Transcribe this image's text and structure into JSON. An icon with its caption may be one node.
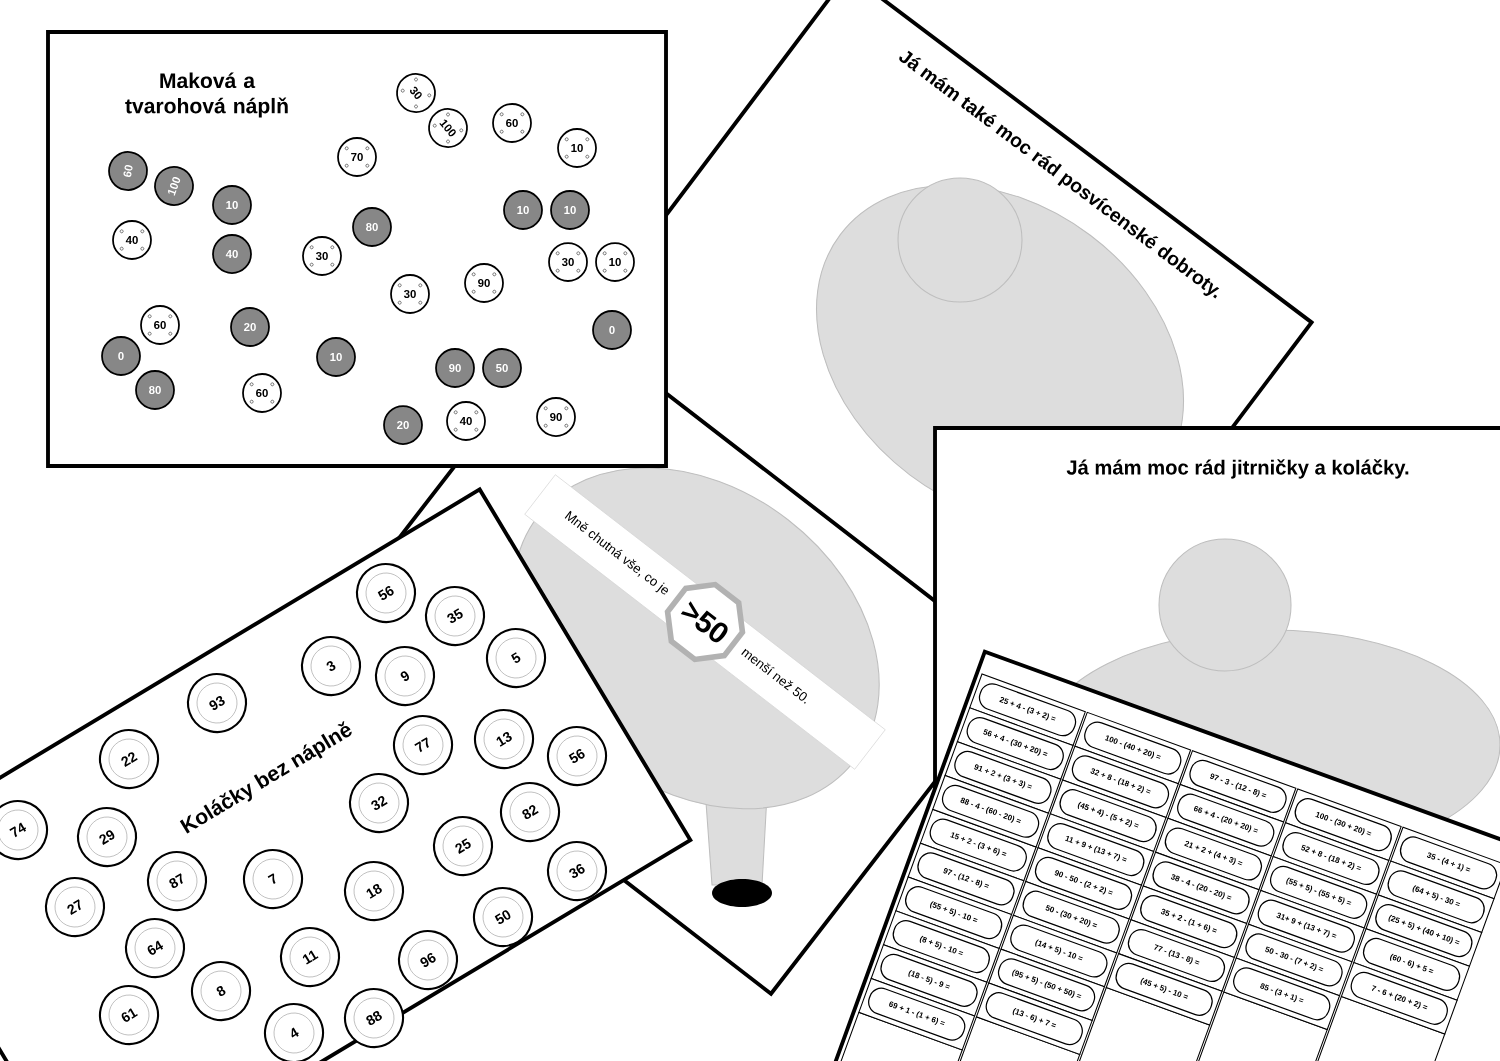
{
  "diagram": {
    "nodes": [
      {
        "text": [
          "Maková a tvarohová náplň"
        ]
      },
      {
        "text": [
          "30"
        ],
        "in": 0
      },
      {
        "text": [
          "60"
        ],
        "in": 0
      },
      {
        "text": [
          "100"
        ],
        "in": 0
      },
      {
        "text": [
          "10"
        ],
        "in": 0
      },
      {
        "text": [
          "70"
        ],
        "in": 0
      },
      {
        "text": [
          "60"
        ],
        "in": 0
      },
      {
        "text": [
          "100"
        ],
        "in": 0
      },
      {
        "text": [
          "10"
        ],
        "in": 0
      },
      {
        "text": [
          "10"
        ],
        "in": 0
      },
      {
        "text": [
          "10"
        ],
        "in": 0
      },
      {
        "text": [
          "80"
        ],
        "in": 0
      },
      {
        "text": [
          "40"
        ],
        "in": 0
      },
      {
        "text": [
          "40"
        ],
        "in": 0
      },
      {
        "text": [
          "30"
        ],
        "in": 0
      },
      {
        "text": [
          "30"
        ],
        "in": 0
      },
      {
        "text": [
          "10"
        ],
        "in": 0
      },
      {
        "text": [
          "90"
        ],
        "in": 0
      },
      {
        "text": [
          "30"
        ],
        "in": 0
      },
      {
        "text": [
          "60"
        ],
        "in": 0
      },
      {
        "text": [
          "20"
        ],
        "in": 0
      },
      {
        "text": [
          "0"
        ]
      },
      {
        "text": [
          "0"
        ],
        "in": 0
      },
      {
        "text": [
          "10"
        ],
        "in": 0
      },
      {
        "text": [
          "90"
        ],
        "in": 0
      },
      {
        "text": [
          "50"
        ],
        "in": 0
      },
      {
        "text": [
          "80"
        ],
        "in": 0
      },
      {
        "text": [
          "60"
        ],
        "in": 0
      },
      {
        "text": [
          "90"
        ],
        "in": 0
      },
      {
        "text": [
          "40"
        ],
        "in": 0
      },
      {
        "text": [
          "20"
        ],
        "in": 0
      },
      {
        "text": [
          "Já mám také moc rád posvícenské dobroty."
        ]
      },
      {
        "text": [
          "Já mám moc rád jitrničky a koláčky."
        ]
      },
      {
        "text": [
          "Mně chutná vše, co je",
          "menší než 50."
        ]
      },
      {
        "text": [
          ">50"
        ],
        "in": 33
      },
      {
        "text": [
          "Koláčky bez náplně"
        ]
      },
      {
        "text": [
          "56"
        ],
        "in": 35
      },
      {
        "text": [
          "35"
        ],
        "in": 35
      },
      {
        "text": [
          "5"
        ],
        "in": 35
      },
      {
        "text": [
          "3"
        ],
        "in": 35
      },
      {
        "text": [
          "9"
        ],
        "in": 35
      },
      {
        "text": [
          "93"
        ],
        "in": 35
      },
      {
        "text": [
          "13"
        ],
        "in": 35
      },
      {
        "text": [
          "77"
        ],
        "in": 35
      },
      {
        "text": [
          "56"
        ],
        "in": 35
      },
      {
        "text": [
          "22"
        ],
        "in": 35
      },
      {
        "text": [
          "32"
        ],
        "in": 35
      },
      {
        "text": [
          "82"
        ],
        "in": 35
      },
      {
        "text": [
          "74"
        ],
        "in": 35
      },
      {
        "text": [
          "29"
        ],
        "in": 35
      },
      {
        "text": [
          "25"
        ],
        "in": 35
      },
      {
        "text": [
          "36"
        ],
        "in": 35
      },
      {
        "text": [
          "7"
        ],
        "in": 35
      },
      {
        "text": [
          "87"
        ],
        "in": 35
      },
      {
        "text": [
          "18"
        ],
        "in": 35
      },
      {
        "text": [
          "27"
        ],
        "in": 35
      },
      {
        "text": [
          "50"
        ],
        "in": 35
      },
      {
        "text": [
          "64"
        ],
        "in": 35
      },
      {
        "text": [
          "11"
        ],
        "in": 35
      },
      {
        "text": [
          "96"
        ],
        "in": 35
      },
      {
        "text": [
          "8"
        ],
        "in": 35
      },
      {
        "text": [
          "61"
        ],
        "in": 35
      },
      {
        "text": [
          "88"
        ],
        "in": 35
      },
      {
        "text": [
          "4"
        ],
        "in": 35
      },
      {
        "text": [],
        "shape": "box"
      },
      {
        "text": [
          "25 + 4 - (3 + 2) ="
        ]
      },
      {
        "text": [
          "100 - (40 + 20) ="
        ]
      },
      {
        "text": [
          "97 - 3 - (12 - 8) ="
        ]
      },
      {
        "text": [
          "100 - (30 + 20) ="
        ]
      },
      {
        "text": [
          "35 - (4 + 1) ="
        ]
      },
      {
        "text": [
          "56 + 4 - (30 + 20) ="
        ]
      },
      {
        "text": [
          "32 + 8 - (18 + 2) ="
        ]
      },
      {
        "text": [
          "66 + 4 - (20 + 20) ="
        ]
      },
      {
        "text": [
          "52 + 8 - (18 + 2) ="
        ]
      },
      {
        "text": [
          "(64 + 5) - 30 ="
        ]
      },
      {
        "text": [
          "91 + 2 + (3 + 3) ="
        ]
      },
      {
        "text": [
          "(45 + 4) - (5 + 2) ="
        ]
      },
      {
        "text": [
          "21 + 2 + (4 + 3) ="
        ]
      },
      {
        "text": [
          "(55 + 5) - (55 + 5) ="
        ]
      },
      {
        "text": [
          "(25 + 5) + (40 + 10) ="
        ]
      },
      {
        "text": [
          "88 - 4 - (60 - 20) ="
        ]
      },
      {
        "text": [
          "11 + 9 + (13 + 7) ="
        ]
      },
      {
        "text": [
          "38 - 4 - (20 - 20) ="
        ]
      },
      {
        "text": [
          "31+ 9 + (13 + 7) ="
        ]
      },
      {
        "text": [
          "(60 - 6) + 5 ="
        ]
      },
      {
        "text": [
          "15 + 2 - (3 + 6) ="
        ],
        "in": 64
      },
      {
        "text": [
          "90 - 50 - (2 + 2) ="
        ]
      },
      {
        "text": [
          "35 + 2 - (1 + 6) ="
        ]
      },
      {
        "text": [
          "50 - 30 - (7 + 2) ="
        ]
      },
      {
        "text": [
          "7 - 6 + (20 + 2) ="
        ]
      },
      {
        "text": [
          "97 - (12 - 8) ="
        ],
        "in": 64
      },
      {
        "text": [
          "50 - (30 + 20) ="
        ]
      },
      {
        "text": [
          "77 - (13 - 8) ="
        ]
      },
      {
        "text": [
          "85 - (3 + 1) ="
        ]
      },
      {
        "text": [
          "(55 + 5) - 10 ="
        ],
        "in": 64
      },
      {
        "text": [
          "(14 + 5) - 10 ="
        ]
      },
      {
        "text": [
          "(45 + 5) - 10 ="
        ]
      },
      {
        "text": [
          "(8 + 5) - 10 ="
        ],
        "in": 64
      },
      {
        "text": [
          "(95 + 5) - (50 + 50) ="
        ]
      },
      {
        "text": [
          "(18 - 5) - 9 ="
        ],
        "in": 64
      },
      {
        "text": [
          "(13 - 6) + 7 ="
        ]
      },
      {
        "text": [
          "69 + 1 - (1 + 6) ="
        ],
        "in": 64
      }
    ]
  }
}
